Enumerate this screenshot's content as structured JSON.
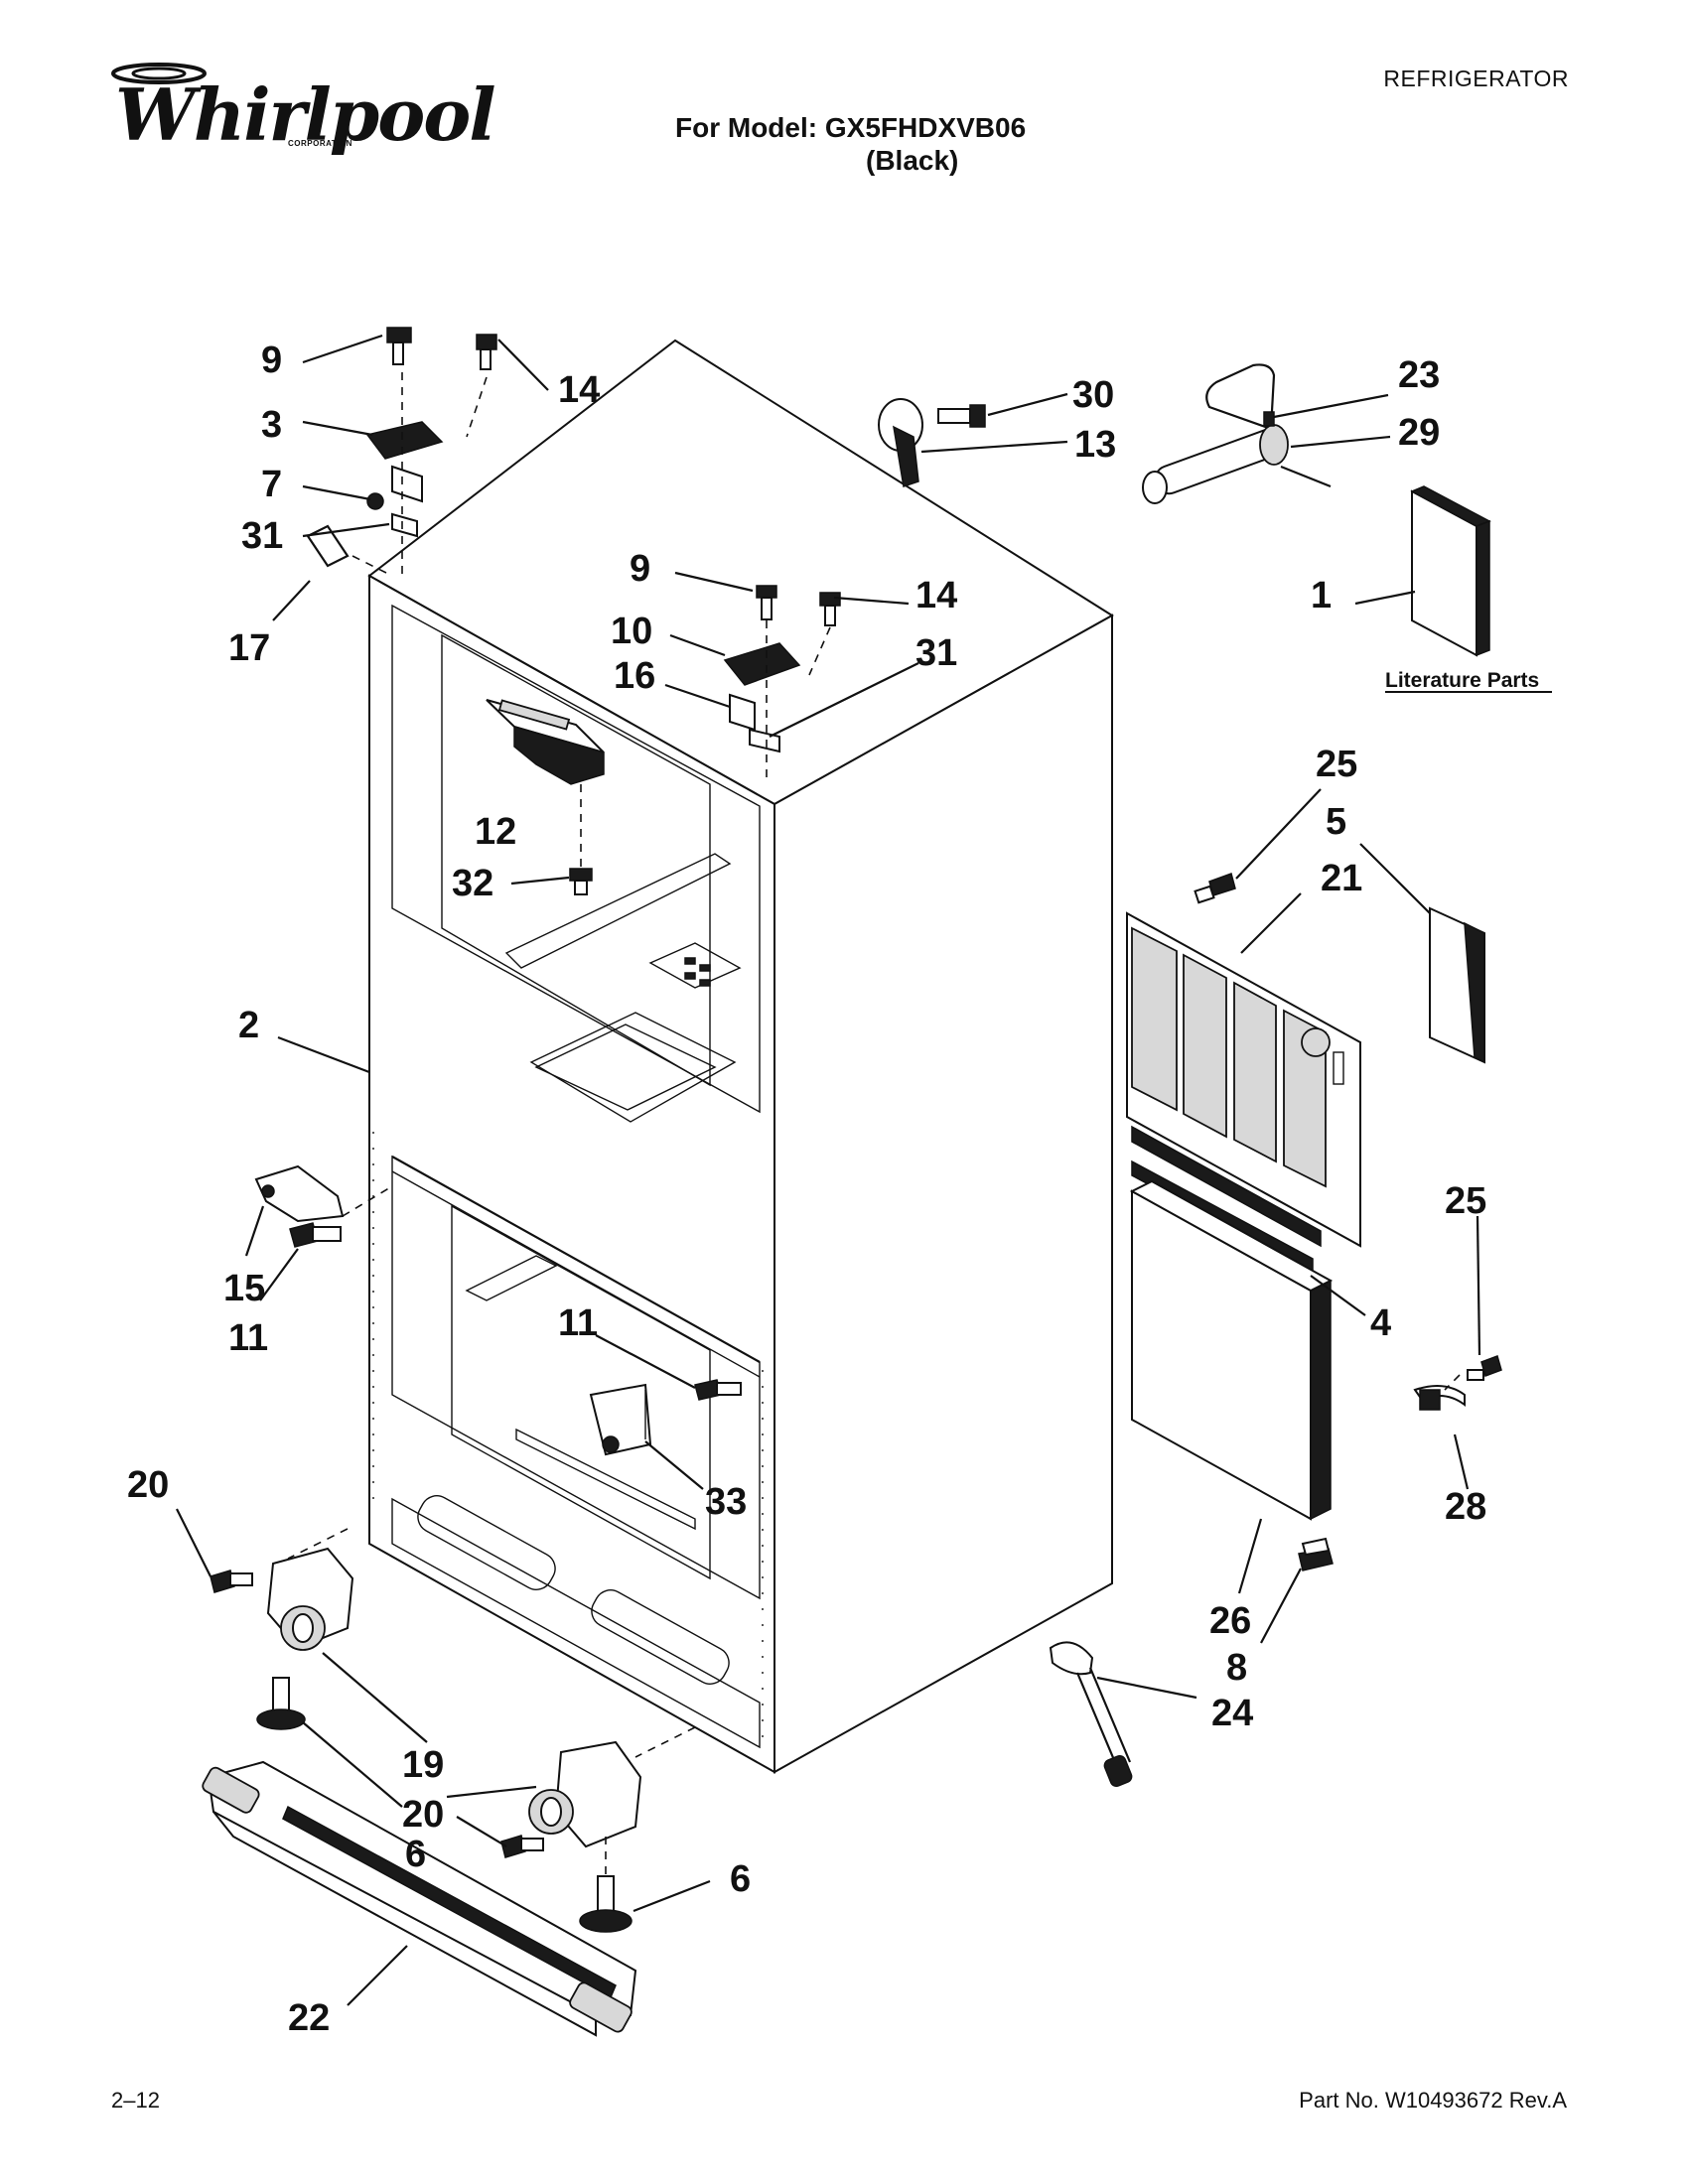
{
  "header": {
    "brand": "Whirlpool",
    "brand_sub": "CORPORATION",
    "category": "REFRIGERATOR",
    "model_line": "For Model: GX5FHDXVB06",
    "color_line": "(Black)"
  },
  "footer": {
    "page": "2–12",
    "part_number": "Part No. W10493672 Rev.A"
  },
  "literature_label": "Literature Parts",
  "callouts": [
    "9",
    "3",
    "7",
    "31",
    "17",
    "14",
    "30",
    "13",
    "23",
    "29",
    "1",
    "9",
    "10",
    "16",
    "14",
    "31",
    "12",
    "32",
    "25",
    "5",
    "21",
    "2",
    "15",
    "11",
    "11",
    "33",
    "4",
    "25",
    "28",
    "20",
    "19",
    "20",
    "6",
    "6",
    "22",
    "26",
    "8",
    "24"
  ]
}
